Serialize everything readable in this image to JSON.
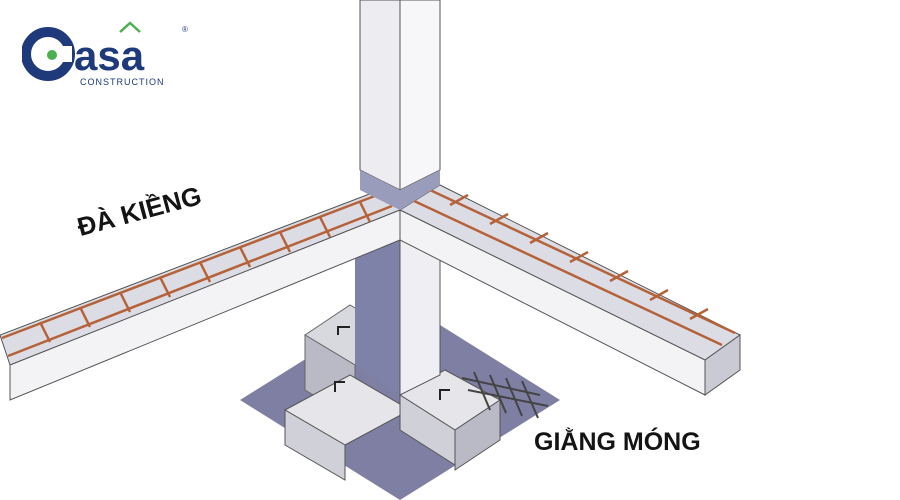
{
  "logo": {
    "brand": "Casa",
    "subtitle": "CONSTRUCTION",
    "registered": "®",
    "colors": {
      "navy": "#1e3a7a",
      "green": "#4caf50"
    }
  },
  "labels": {
    "upper_beam": "ĐÀ KIỀNG",
    "foundation_beam": "GIẰNG MÓNG"
  },
  "colors": {
    "concrete_light": "#f1f1f4",
    "concrete_mid": "#d8d9df",
    "concrete_shadow": "#8e90b0",
    "ground": "#7e7fa3",
    "rebar": "#b5623a"
  }
}
